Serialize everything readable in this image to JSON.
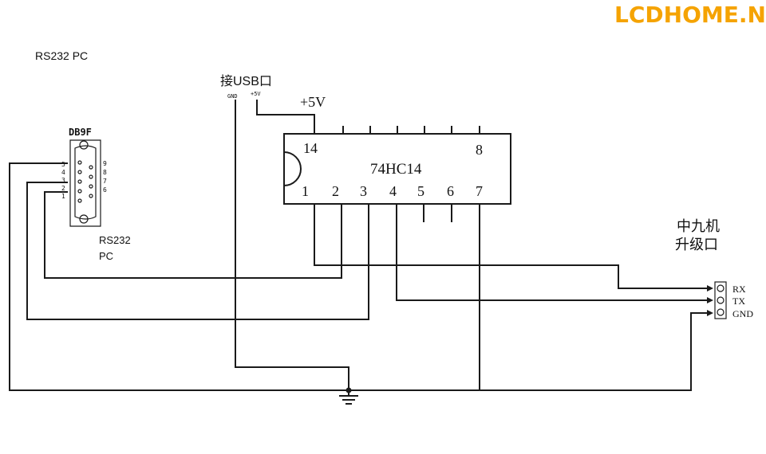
{
  "brand": {
    "watermark": "LCDHOME.NET",
    "color": "#f5a300"
  },
  "pc": {
    "header": "RS232 PC",
    "connector_title": "DB9F",
    "label_line1": "RS232",
    "label_line2": "PC"
  },
  "db9": {
    "left_pins": [
      "5",
      "4",
      "3",
      "2",
      "1"
    ],
    "right_pins": [
      "9",
      "8",
      "7",
      "6"
    ]
  },
  "usb": {
    "title": "接USB口",
    "gnd": "GND",
    "vcc": "+5V"
  },
  "supply": {
    "label": "+5V"
  },
  "ic": {
    "name": "74HC14",
    "pin14": "14",
    "pin8": "8",
    "bottom_pins": [
      "1",
      "2",
      "3",
      "4",
      "5",
      "6",
      "7"
    ]
  },
  "target": {
    "title_line1": "中九机",
    "title_line2": "升级口",
    "pins": [
      "RX",
      "TX",
      "GND"
    ]
  }
}
